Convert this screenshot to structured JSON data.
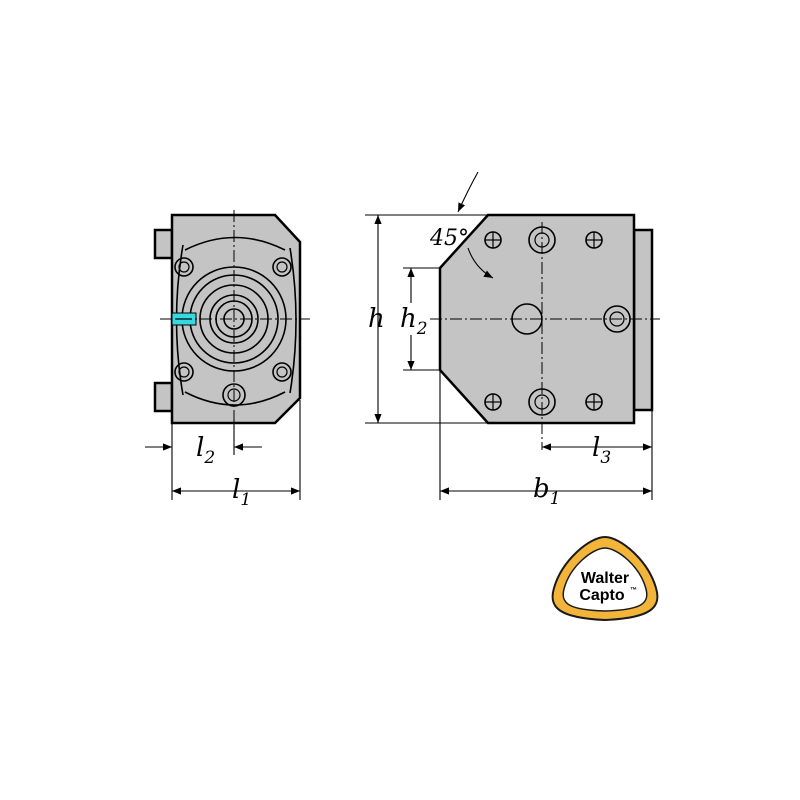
{
  "dimensions": {
    "l1": {
      "base": "l",
      "sub": "1"
    },
    "l2": {
      "base": "l",
      "sub": "2"
    },
    "l3": {
      "base": "l",
      "sub": "3"
    },
    "b1": {
      "base": "b",
      "sub": "1"
    },
    "h": {
      "base": "h",
      "sub": ""
    },
    "h2": {
      "base": "h",
      "sub": "2"
    },
    "angle": "45°"
  },
  "logo": {
    "line1": "Walter",
    "line2": "Capto",
    "trademark": "™"
  },
  "colors": {
    "part_fill": "#c4c4c4",
    "outline": "#000000",
    "coolant_marker": "#38d8e0",
    "logo_outer": "#f2b53a",
    "logo_inner": "#ffffff"
  }
}
